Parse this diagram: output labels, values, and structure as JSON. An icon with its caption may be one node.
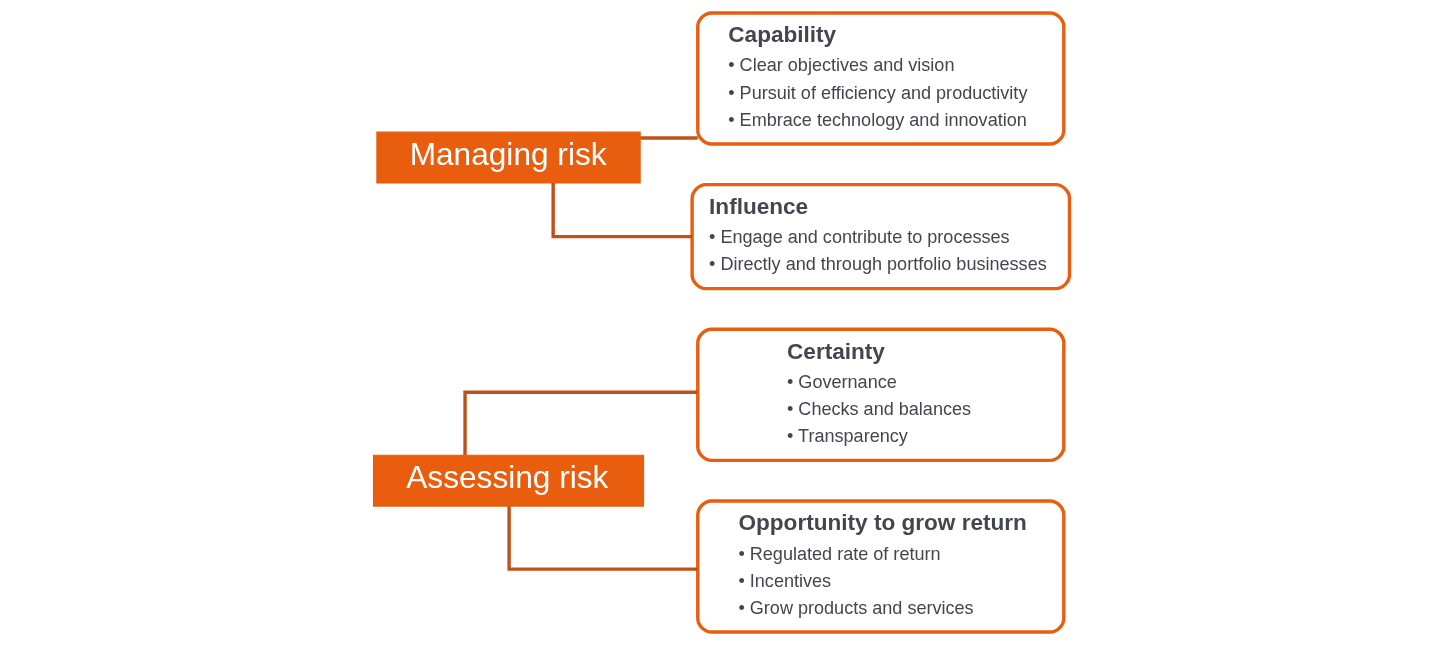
{
  "diagram": {
    "nodes": [
      {
        "text": [
          "Assessing risk"
        ]
      },
      {
        "text": [
          "Certainty",
          "• Governance",
          "• Checks and balances",
          "• Transparency"
        ]
      },
      {
        "text": [
          "Opportunity to grow return",
          "• Regulated rate of return",
          "• Incentives",
          "• Grow products and services"
        ]
      },
      {
        "text": [
          "Managing risk"
        ]
      },
      {
        "text": [
          "Capability",
          "• Clear objectives and vision",
          "• Pursuit of efficiency and productivity",
          "• Embrace technology and innovation"
        ]
      },
      {
        "text": [
          "Influence",
          "• Engage and contribute to processes",
          "• Directly and through portfolio businesses"
        ]
      }
    ],
    "edges": [
      {
        "from": 0,
        "to": 1,
        "arrow": "none"
      },
      {
        "from": 0,
        "to": 2,
        "arrow": "none"
      },
      {
        "from": 3,
        "to": 4,
        "arrow": "none"
      },
      {
        "from": 3,
        "to": 5,
        "arrow": "none"
      }
    ]
  }
}
